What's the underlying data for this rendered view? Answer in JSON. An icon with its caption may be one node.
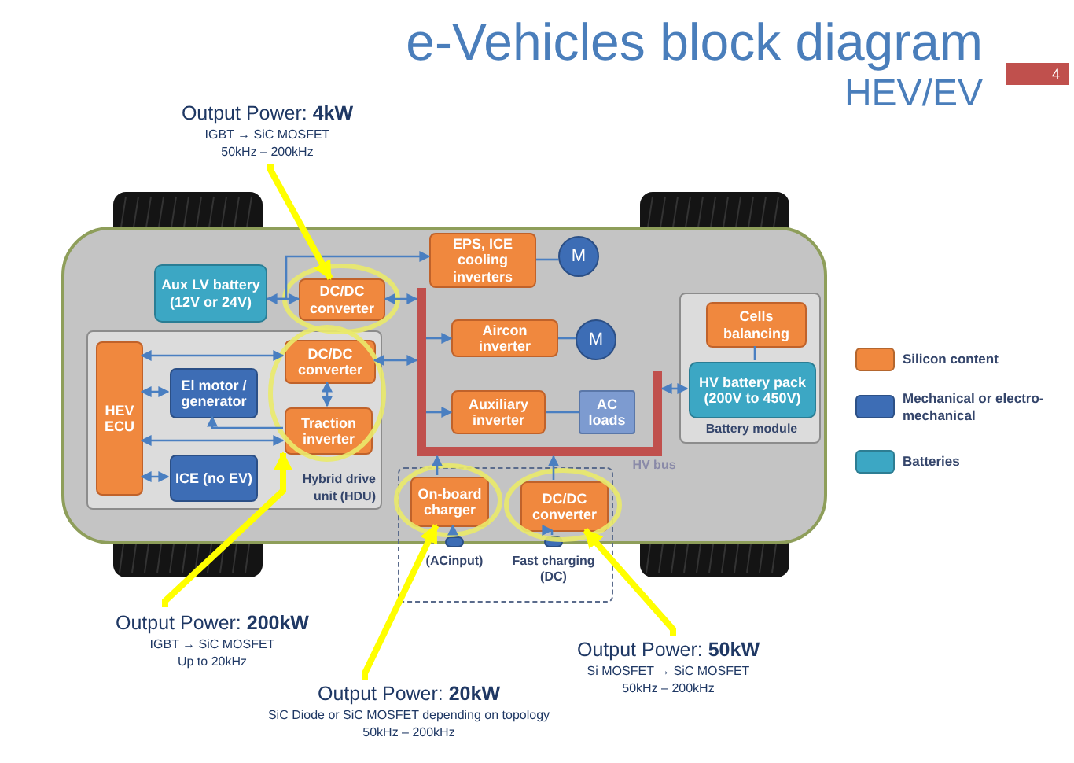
{
  "diagram": {
    "title": "e-Vehicles block diagram",
    "caption": "HEV/EV",
    "nodes": [
      {
        "text": [
          "Aux LV battery (12V or 24V)"
        ]
      },
      {
        "text": [
          "DC/DC converter"
        ]
      },
      {
        "text": [
          "EPS, ICE cooling inverters"
        ]
      },
      {
        "text": [
          "M"
        ]
      },
      {
        "text": [
          "Hybrid drive unit (HDU)"
        ]
      },
      {
        "text": [
          "HEV ECU"
        ],
        "in": 4
      },
      {
        "text": [
          "El motor / generator"
        ],
        "in": 4
      },
      {
        "text": [
          "DC/DC converter"
        ],
        "in": 4
      },
      {
        "text": [
          "Traction inverter"
        ],
        "in": 4
      },
      {
        "text": [
          "ICE (no EV)"
        ],
        "in": 4
      },
      {
        "text": [
          "Aircon inverter"
        ]
      },
      {
        "text": [
          "M"
        ]
      },
      {
        "text": [
          "Auxiliary inverter"
        ]
      },
      {
        "text": [
          "AC loads"
        ]
      },
      {
        "text": [
          "Battery module"
        ]
      },
      {
        "text": [
          "Cells balancing"
        ],
        "in": 14
      },
      {
        "text": [
          "HV battery pack (200V to 450V)"
        ],
        "in": 14
      },
      {
        "text": [],
        "shape": "box"
      },
      {
        "text": [
          "On-board charger"
        ],
        "in": 17
      },
      {
        "text": [
          "DC/DC converter"
        ],
        "in": 17
      },
      {
        "text": [],
        "shape": "box",
        "in": 17,
        "beside": [
          "(ACinput)"
        ]
      },
      {
        "text": [],
        "shape": "box",
        "in": 17,
        "beside": [
          "Fast charging (DC)"
        ]
      },
      {
        "text": [
          "Output Power: **4kW**",
          "IGBT → SiC MOSFET",
          "50kHz – 200kHz"
        ]
      },
      {
        "text": [
          "Output Power: **200kW**",
          "IGBT → SiC MOSFET",
          "Up to 20kHz"
        ]
      },
      {
        "text": [
          "Output Power: **20kW**",
          "SiC Diode or SiC MOSFET depending on topology",
          "50kHz – 200kHz"
        ]
      },
      {
        "text": [
          "Output Power: **50kW**",
          "Si MOSFET → SiC MOSFET",
          "50kHz – 200kHz"
        ]
      },
      {
        "text": [],
        "shape": "bar"
      },
      {
        "text": [],
        "shape": "bar",
        "beside": [
          "HV bus"
        ]
      },
      {
        "text": [],
        "shape": "bar"
      }
    ],
    "edges": [
      {
        "from": 0,
        "to": 1,
        "arrow": "both"
      },
      {
        "from": 1,
        "to": 26,
        "arrow": "both"
      },
      {
        "from": 0,
        "to": 2,
        "arrow": "to"
      },
      {
        "from": 2,
        "to": 3,
        "arrow": "none"
      },
      {
        "from": 26,
        "to": 10,
        "arrow": "to"
      },
      {
        "from": 10,
        "to": 11,
        "arrow": "none"
      },
      {
        "from": 26,
        "to": 12,
        "arrow": "to"
      },
      {
        "from": 12,
        "to": 13,
        "arrow": "none"
      },
      {
        "from": 28,
        "to": 16,
        "arrow": "both"
      },
      {
        "from": 15,
        "to": 16,
        "arrow": "none"
      },
      {
        "from": 18,
        "to": 27,
        "arrow": "to"
      },
      {
        "from": 19,
        "to": 27,
        "arrow": "to"
      },
      {
        "from": 20,
        "to": 18,
        "arrow": "to"
      },
      {
        "from": 21,
        "to": 19,
        "arrow": "to"
      },
      {
        "from": 7,
        "to": 26,
        "arrow": "both"
      },
      {
        "from": 7,
        "to": 8,
        "arrow": "both"
      },
      {
        "from": 5,
        "to": 7,
        "arrow": "both"
      },
      {
        "from": 5,
        "to": 6,
        "arrow": "both"
      },
      {
        "from": 5,
        "to": 8,
        "arrow": "both"
      },
      {
        "from": 5,
        "to": 9,
        "arrow": "both"
      },
      {
        "from": 8,
        "to": 6,
        "arrow": "to"
      },
      {
        "from": 22,
        "to": 1,
        "arrow": "to",
        "style": "thick",
        "color": "#ffff00"
      },
      {
        "from": 23,
        "to": 8,
        "arrow": "to",
        "style": "thick",
        "color": "#ffff00"
      },
      {
        "from": 24,
        "to": 18,
        "arrow": "to",
        "style": "thick",
        "color": "#ffff00"
      },
      {
        "from": 25,
        "to": 19,
        "arrow": "to",
        "style": "thick",
        "color": "#ffff00"
      }
    ],
    "labels": [
      "4"
    ],
    "legend": [
      {
        "text": "Silicon content",
        "color": "#f0883e"
      },
      {
        "text": "Mechanical or electro-mechanical",
        "color": "#3d6db5"
      },
      {
        "text": "Batteries",
        "color": "#3ca7c4"
      }
    ]
  }
}
